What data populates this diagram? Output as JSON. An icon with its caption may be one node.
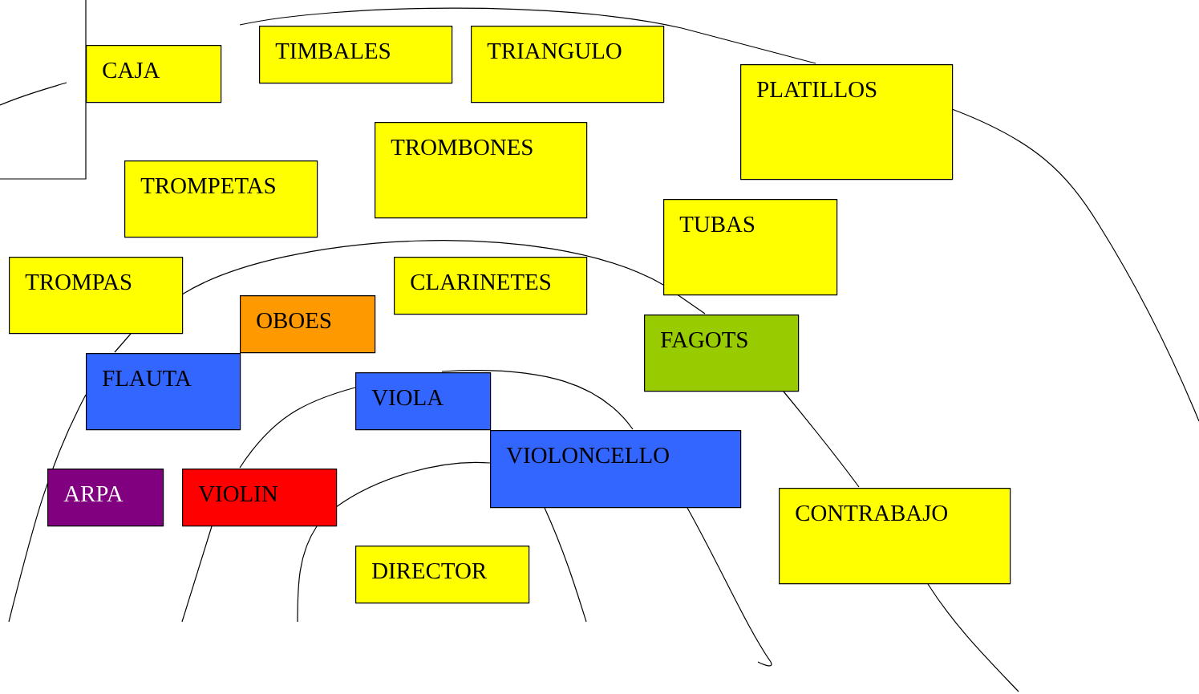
{
  "diagram": {
    "nodes": [
      {
        "text": [
          "CAJA"
        ]
      },
      {
        "text": [
          "TIMBALES"
        ]
      },
      {
        "text": [
          "TRIANGULO"
        ]
      },
      {
        "text": [
          "PLATILLOS"
        ]
      },
      {
        "text": [
          "TROMBONES"
        ]
      },
      {
        "text": [
          "TROMPETAS"
        ]
      },
      {
        "text": [
          "TUBAS"
        ]
      },
      {
        "text": [
          "TROMPAS"
        ]
      },
      {
        "text": [
          "CLARINETES"
        ]
      },
      {
        "text": [
          "OBOES"
        ]
      },
      {
        "text": [
          "FAGOTS"
        ]
      },
      {
        "text": [
          "FLAUTA"
        ]
      },
      {
        "text": [
          "VIOLA"
        ]
      },
      {
        "text": [
          "VIOLONCELLO"
        ]
      },
      {
        "text": [
          "ARPA"
        ]
      },
      {
        "text": [
          "VIOLIN"
        ]
      },
      {
        "text": [
          "CONTRABAJO"
        ]
      },
      {
        "text": [
          "DIRECTOR"
        ]
      }
    ]
  }
}
